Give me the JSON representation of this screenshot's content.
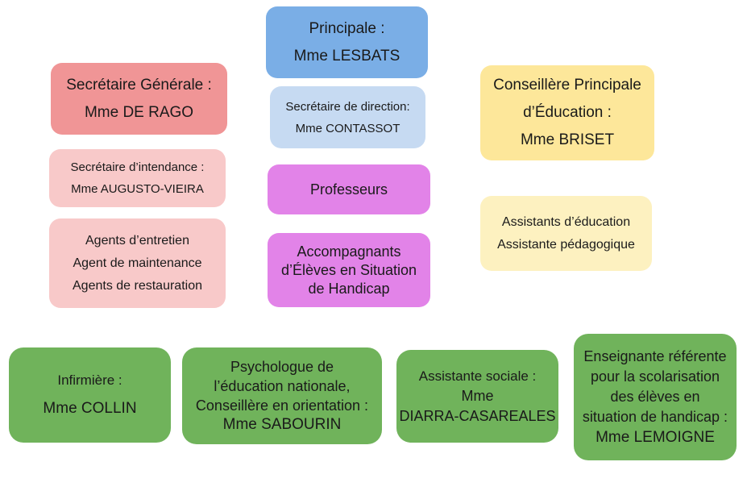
{
  "colors": {
    "blue": "#7aaee6",
    "blue_light": "#c6daf2",
    "red": "#f09596",
    "red_light": "#f8c9c9",
    "purple": "#e283e8",
    "yellow": "#fde79a",
    "yellow_light": "#fdf1c0",
    "green": "#70b35b"
  },
  "principal": {
    "title": "Principale :",
    "name": "Mme LESBATS"
  },
  "sec_direction": {
    "title": "Secrétaire de direction:",
    "name": "Mme CONTASSOT"
  },
  "professeurs": {
    "label": "Professeurs"
  },
  "aesh": {
    "lines": [
      "Accompagnants",
      "d’Élèves en Situation",
      "de Handicap"
    ]
  },
  "sec_generale": {
    "title": "Secrétaire Générale :",
    "name": "Mme DE RAGO"
  },
  "sec_intendance": {
    "title": "Secrétaire d’intendance :",
    "name": "Mme AUGUSTO-VIEIRA"
  },
  "agents": {
    "lines": [
      "Agents d’entretien",
      "Agent de maintenance",
      "Agents de restauration"
    ]
  },
  "cpe": {
    "lines": [
      "Conseillère Principale",
      "d’Éducation :",
      "Mme BRISET"
    ]
  },
  "assistants": {
    "lines": [
      "Assistants d’éducation",
      "Assistante pédagogique"
    ]
  },
  "infirmiere": {
    "title": "Infirmière :",
    "name": "Mme COLLIN"
  },
  "psychologue": {
    "lines": [
      "Psychologue de",
      "l’éducation nationale,",
      "Conseillère en orientation :",
      "Mme SABOURIN"
    ]
  },
  "assistante_sociale": {
    "lines": [
      "Assistante sociale :",
      "Mme",
      "DIARRA-CASAREALES"
    ]
  },
  "enseignante": {
    "lines": [
      "Enseignante référente",
      "pour la scolarisation",
      "des élèves en",
      "situation de handicap :",
      "Mme LEMOIGNE"
    ]
  }
}
